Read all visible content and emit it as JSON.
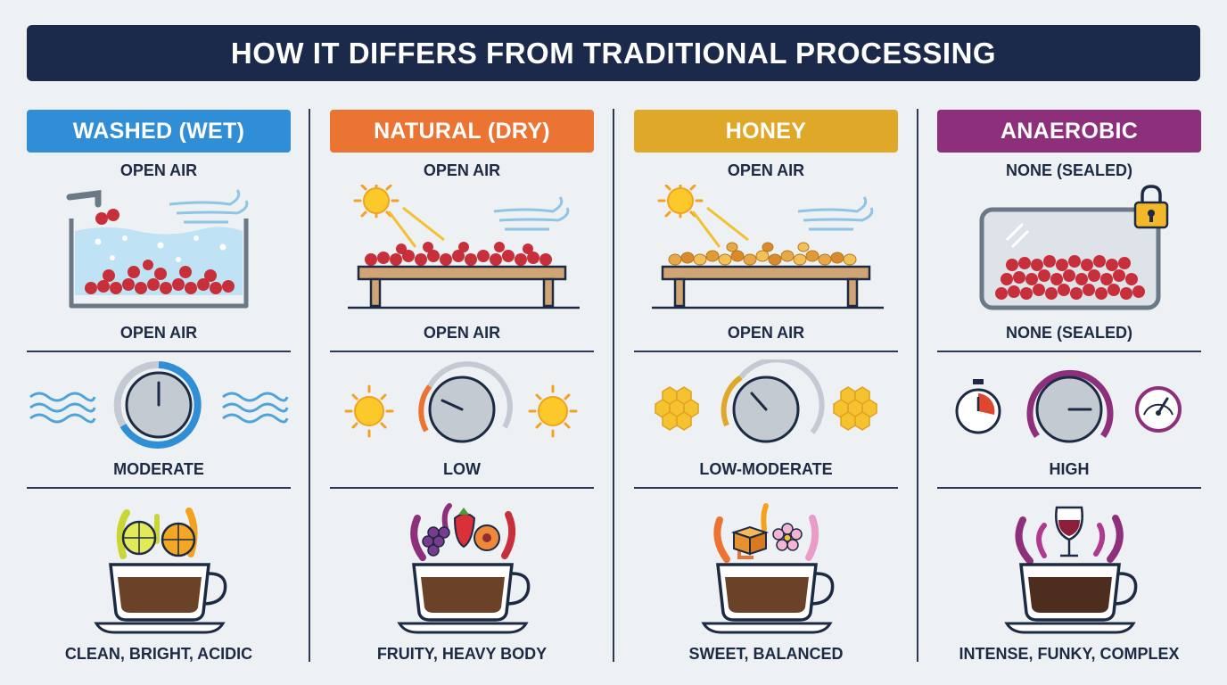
{
  "title": "HOW IT DIFFERS FROM TRADITIONAL PROCESSING",
  "methods": [
    {
      "name": "WASHED (WET)",
      "color": "#2f8ed6",
      "oxygen_top": "OPEN AIR",
      "oxygen_bottom": "OPEN AIR",
      "temperature": "MODERATE",
      "flavor": "CLEAN, BRIGHT, ACIDIC"
    },
    {
      "name": "NATURAL (DRY)",
      "color": "#ec7432",
      "oxygen_top": "OPEN AIR",
      "oxygen_bottom": "OPEN AIR",
      "temperature": "LOW",
      "flavor": "FRUITY, HEAVY BODY"
    },
    {
      "name": "HONEY",
      "color": "#e0a829",
      "oxygen_top": "OPEN AIR",
      "oxygen_bottom": "OPEN AIR",
      "temperature": "LOW-MODERATE",
      "flavor": "SWEET, BALANCED"
    },
    {
      "name": "ANAEROBIC",
      "color": "#8e2f7c",
      "oxygen_top": "NONE (SEALED)",
      "oxygen_bottom": "NONE (SEALED)",
      "temperature": "HIGH",
      "flavor": "INTENSE, FUNKY, COMPLEX"
    }
  ]
}
